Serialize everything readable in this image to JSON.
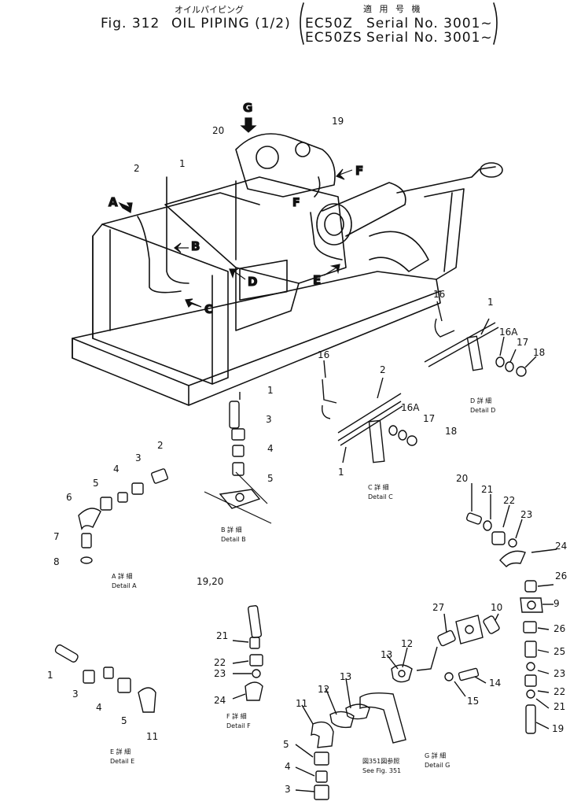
{
  "header": {
    "japanese_title": "オイルパイピング",
    "fig_label": "Fig. 312",
    "title": "OIL PIPING (1/2)",
    "applicability_jp": "適 用 号 機",
    "applicability_lines": [
      {
        "model": "EC50Z",
        "serial": "Serial No. 3001~"
      },
      {
        "model": "EC50ZS",
        "serial": "Serial No. 3001~"
      }
    ]
  },
  "callout_letters": [
    "A",
    "B",
    "C",
    "D",
    "E",
    "F",
    "G"
  ],
  "details": {
    "A": {
      "jp": "A 詳 細",
      "en": "Detail A",
      "parts": [
        "2",
        "3",
        "4",
        "5",
        "6",
        "7",
        "8"
      ]
    },
    "B": {
      "jp": "B 詳 細",
      "en": "Detail B",
      "parts": [
        "1",
        "3",
        "4",
        "5"
      ]
    },
    "C": {
      "jp": "C 詳 細",
      "en": "Detail C",
      "parts": [
        "1",
        "2",
        "16",
        "16A",
        "17",
        "18"
      ]
    },
    "D": {
      "jp": "D 詳 細",
      "en": "Detail D",
      "parts": [
        "1",
        "16",
        "16A",
        "17",
        "18"
      ]
    },
    "E": {
      "jp": "E 詳 細",
      "en": "Detail E",
      "parts": [
        "1",
        "3",
        "4",
        "5",
        "11"
      ]
    },
    "F": {
      "jp": "F 詳 細",
      "en": "Detail F",
      "parts": [
        "19,20",
        "21",
        "22",
        "23",
        "24"
      ]
    },
    "G": {
      "jp": "G 詳 細",
      "en": "Detail G",
      "parts": [
        "3",
        "4",
        "5",
        "9",
        "10",
        "11",
        "12",
        "13",
        "14",
        "15",
        "19",
        "20",
        "21",
        "22",
        "23",
        "24",
        "25",
        "26",
        "27"
      ]
    }
  },
  "see_fig": {
    "jp": "図351図参照",
    "en": "See Fig. 351"
  }
}
